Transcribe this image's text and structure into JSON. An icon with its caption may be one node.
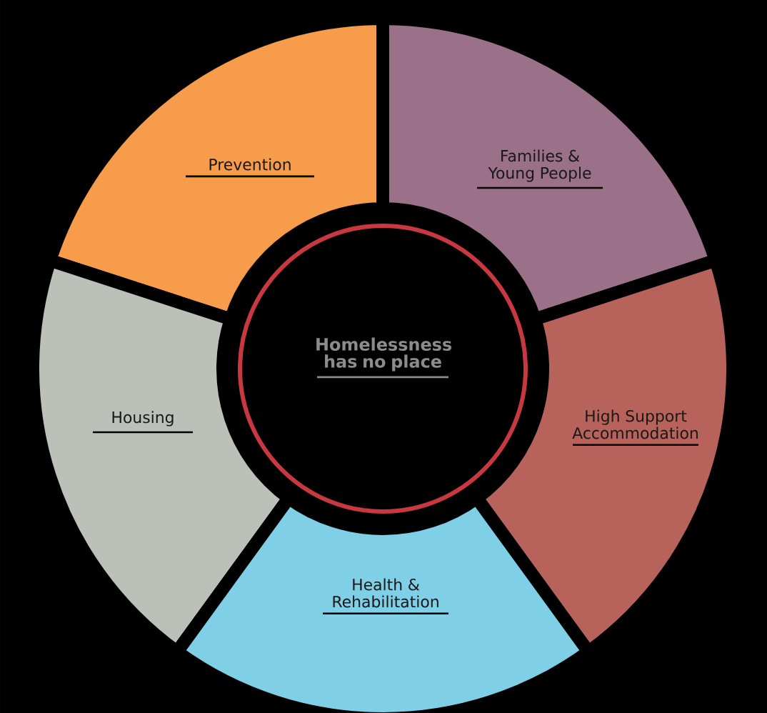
{
  "diagram": {
    "nodes": [
      {
        "text": [
          "Homelessness has no place"
        ]
      },
      {
        "text": [
          "Prevention"
        ]
      },
      {
        "text": [
          "Families & Young People"
        ]
      },
      {
        "text": [
          "Housing"
        ]
      },
      {
        "text": [
          "High Support Accommodation"
        ]
      },
      {
        "text": [
          "Health & Rehabilitation"
        ]
      }
    ]
  }
}
